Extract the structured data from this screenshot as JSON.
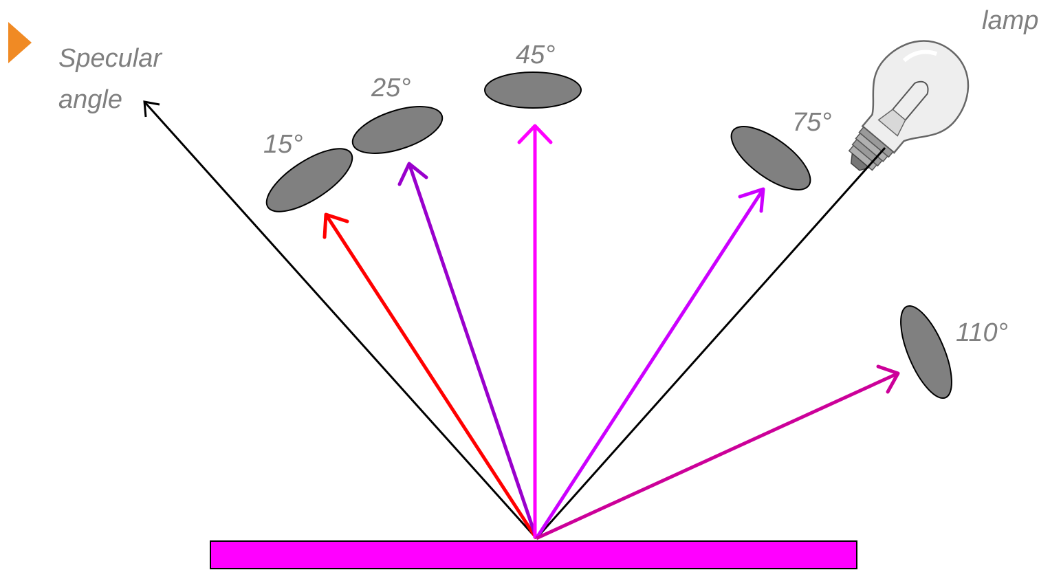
{
  "labels": {
    "specular_line1": "Specular",
    "specular_line2": "angle",
    "lamp": "lamp",
    "angle_15": "15°",
    "angle_25": "25°",
    "angle_45": "45°",
    "angle_75": "75°",
    "angle_110": "110°"
  },
  "colors": {
    "bullet": "#f08a24",
    "surface": "#ff00ff",
    "detector": "#808080",
    "incident_ray": "#000000",
    "ray_15": "#ff0000",
    "ray_25": "#9900cc",
    "ray_45": "#ff00ff",
    "ray_75": "#cc00ff",
    "ray_110": "#cc0099"
  },
  "icons": {
    "bullet": "orange-triangle-bullet",
    "lamp": "light-bulb"
  }
}
